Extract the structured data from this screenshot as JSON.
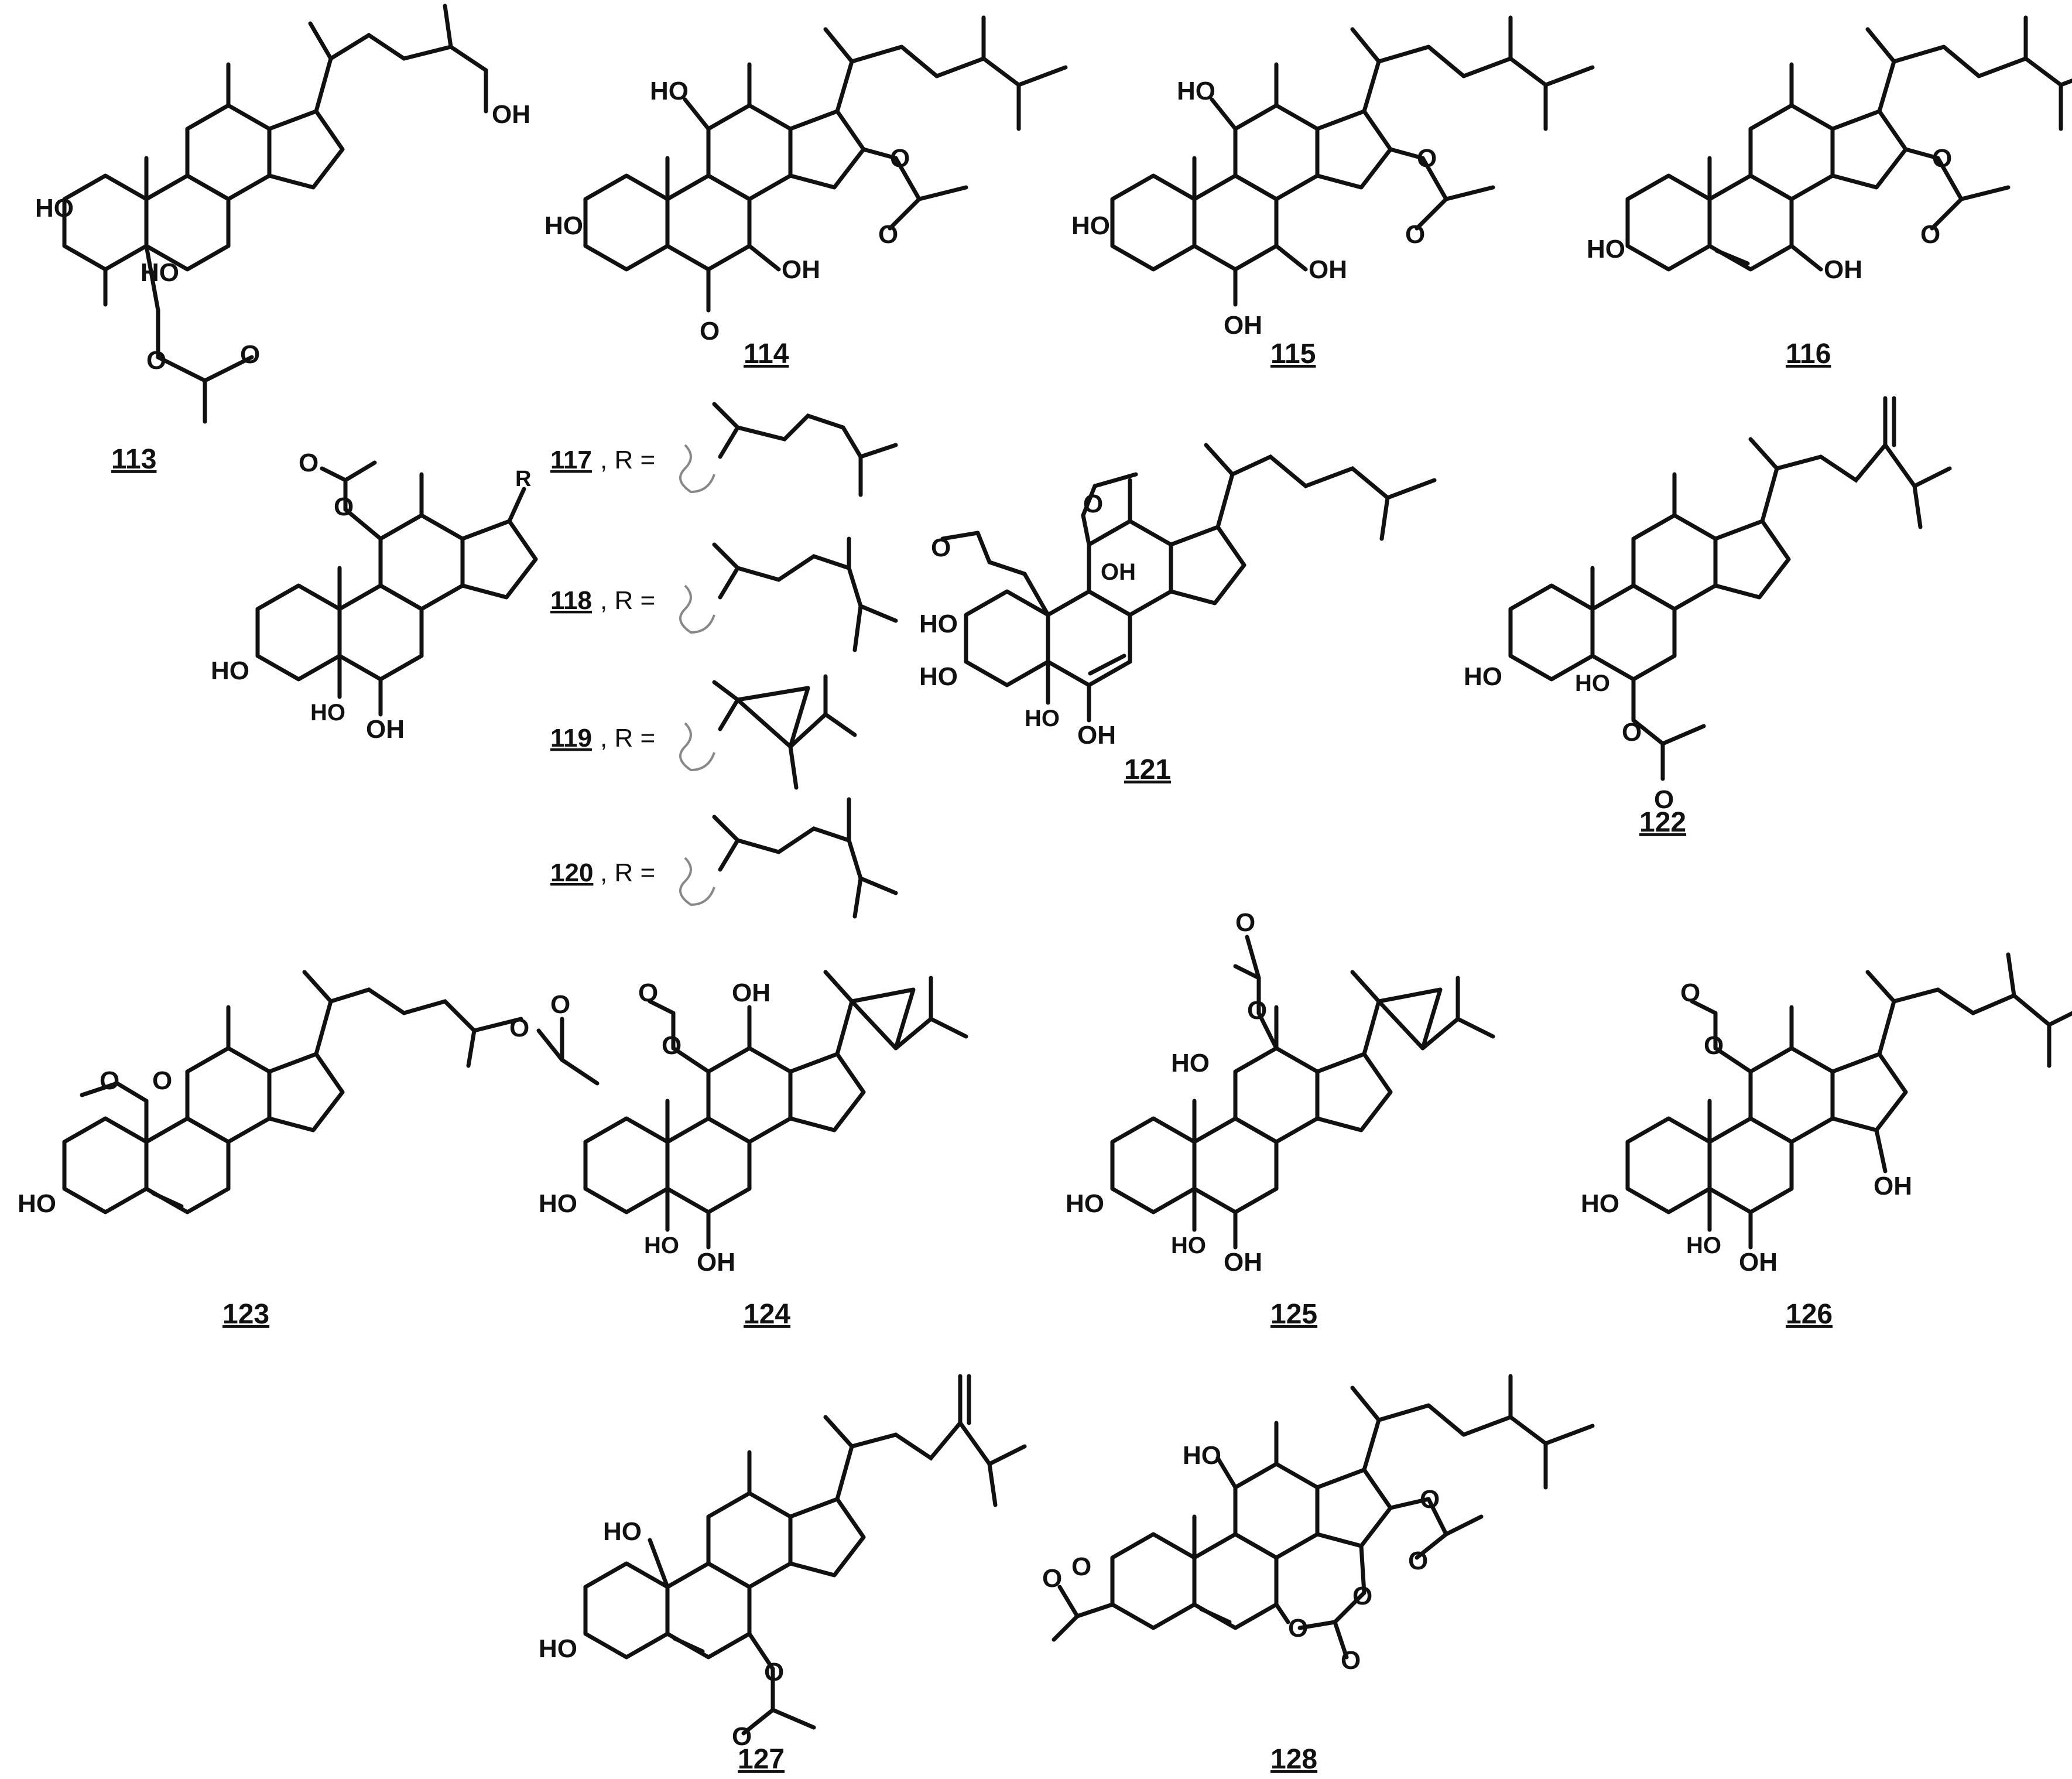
{
  "compounds": [
    {
      "id": "113",
      "label": "113",
      "r_label": ""
    },
    {
      "id": "114",
      "label": "114",
      "r_label": ""
    },
    {
      "id": "115",
      "label": "115",
      "r_label": ""
    },
    {
      "id": "116",
      "label": "116",
      "r_label": ""
    },
    {
      "id": "core117",
      "label": "",
      "r_label": "R"
    },
    {
      "id": "117",
      "label": "117",
      "r_label": ", R ="
    },
    {
      "id": "118",
      "label": "118",
      "r_label": ", R ="
    },
    {
      "id": "119",
      "label": "119",
      "r_label": ", R ="
    },
    {
      "id": "120",
      "label": "120",
      "r_label": ", R ="
    },
    {
      "id": "121",
      "label": "121",
      "r_label": ""
    },
    {
      "id": "122",
      "label": "122",
      "r_label": ""
    },
    {
      "id": "123",
      "label": "123",
      "r_label": ""
    },
    {
      "id": "124",
      "label": "124",
      "r_label": ""
    },
    {
      "id": "125",
      "label": "125",
      "r_label": ""
    },
    {
      "id": "126",
      "label": "126",
      "r_label": ""
    },
    {
      "id": "127",
      "label": "127",
      "r_label": ""
    },
    {
      "id": "128",
      "label": "128",
      "r_label": ""
    }
  ],
  "atoms": {
    "hydroxyl": "OH",
    "hydroxyl_left": "HO",
    "oxygen": "O",
    "r_group": "R"
  },
  "colors": {
    "bond": "#111111",
    "label": "#111111",
    "wavy": "#888888",
    "background": "#ffffff"
  }
}
